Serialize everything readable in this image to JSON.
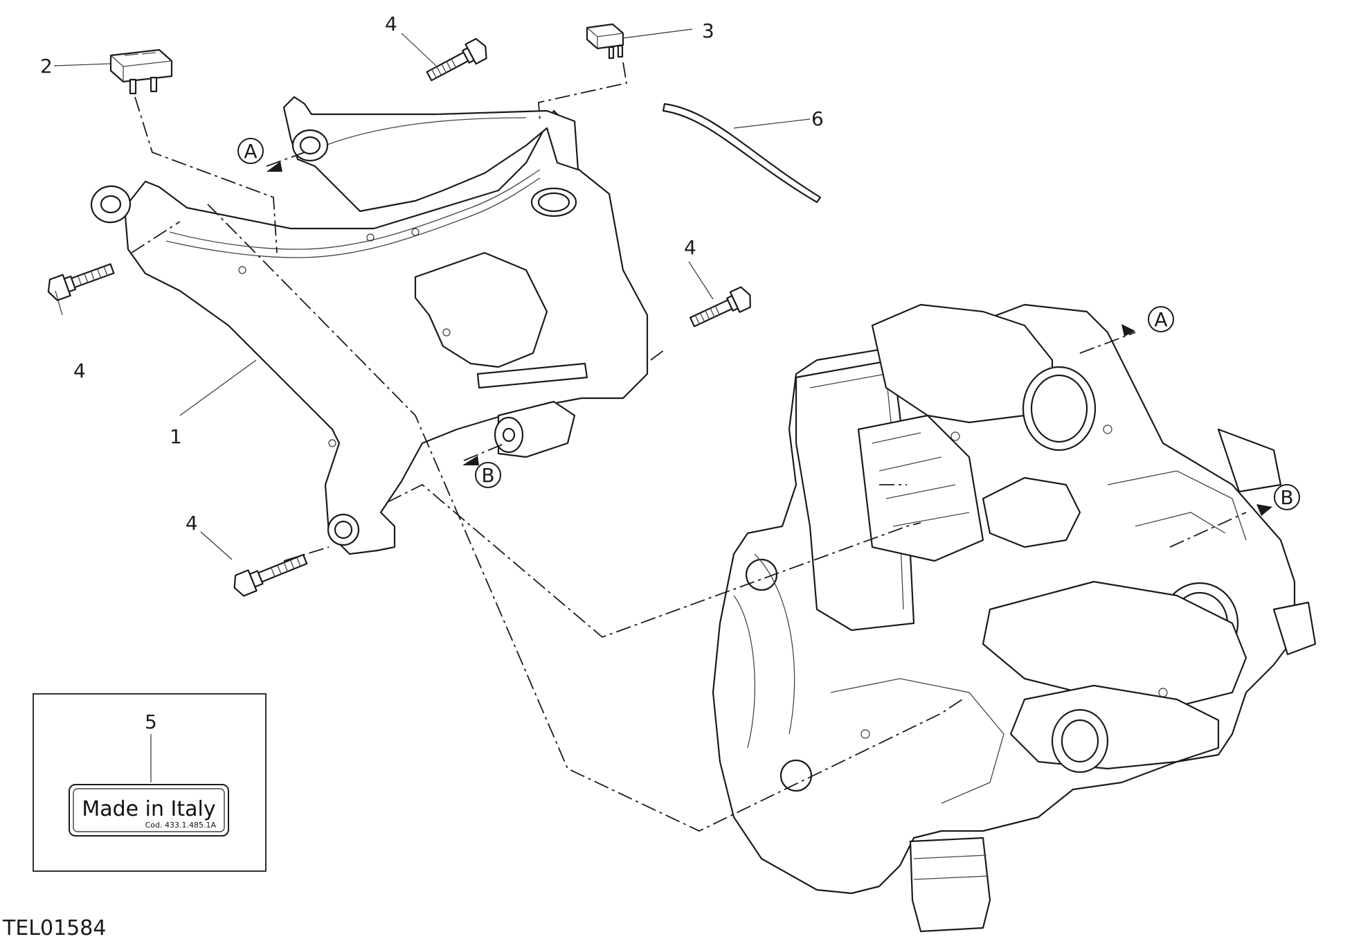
{
  "diagram": {
    "drawing_code": "TEL01584",
    "callouts": [
      {
        "id": "frame",
        "label": "1"
      },
      {
        "id": "plug-left",
        "label": "2"
      },
      {
        "id": "plug-right",
        "label": "3"
      },
      {
        "id": "bolt-top",
        "label": "4"
      },
      {
        "id": "bolt-left",
        "label": "4"
      },
      {
        "id": "bolt-right",
        "label": "4"
      },
      {
        "id": "bolt-bottom",
        "label": "4"
      },
      {
        "id": "plate",
        "label": "5"
      },
      {
        "id": "strip",
        "label": "6"
      }
    ],
    "reference_markers": [
      {
        "id": "frame-a",
        "letter": "A"
      },
      {
        "id": "frame-b",
        "letter": "B"
      },
      {
        "id": "engine-a",
        "letter": "A"
      },
      {
        "id": "engine-b",
        "letter": "B"
      }
    ],
    "plate": {
      "text": "Made in Italy",
      "code": "Cod. 433.1.485.1A"
    }
  }
}
